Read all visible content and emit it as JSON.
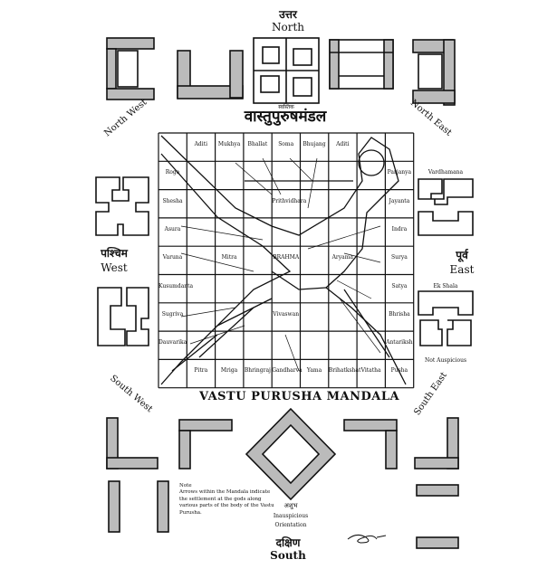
{
  "directions": {
    "north_dev": "उत्तर",
    "north_en": "North",
    "south_dev": "दक्षिण",
    "south_en": "South",
    "west_dev": "पश्चिम",
    "west_en": "West",
    "east_dev": "पूर्व",
    "east_en": "East",
    "north_west": "North West",
    "north_east": "North East",
    "south_west": "South West",
    "south_east": "South East"
  },
  "title_devanagari": "वास्तुपुरुषमंडल",
  "title_english": "VASTU PURUSHA MANDALA",
  "grid": {
    "top_row": [
      "Aditi",
      "Mukhya",
      "Bhallat",
      "Soma",
      "Bhujang",
      "Aditi"
    ],
    "left_col": [
      "Roga",
      "Shesha",
      "Asura",
      "Varuna",
      "Kusumdanta",
      "Sugriva",
      "Dauvarika"
    ],
    "right_col": [
      "Parjanya",
      "Jayanta",
      "Indra",
      "Surya",
      "Satya",
      "Bhrisha",
      "Antariksh"
    ],
    "bottom_row": [
      "Pitra",
      "Mriga",
      "Bhringraj",
      "Gandharva",
      "Yama",
      "Brihatkshat",
      "Vitatha",
      "Pusha"
    ],
    "center": {
      "brahma": "BRAHMA",
      "mitra": "Mitra",
      "aryama": "Aryama",
      "prithvidhara": "Prithvidhara",
      "vivaswan": "Vivaswan"
    }
  },
  "plans": {
    "swastik": "स्वस्तिक",
    "east_top": "Vardhamana",
    "east_mid": "Ek Shala",
    "east_bottom": "Not Auspicious",
    "south_dev": "अशुभ",
    "south_center": "Inauspicious",
    "south_center_label": "Orientation"
  },
  "note": {
    "heading": "Note",
    "body": "Arrows within the Mandala indicate the settlement at the gods along various parts of the body of the Vastu Purusha."
  }
}
